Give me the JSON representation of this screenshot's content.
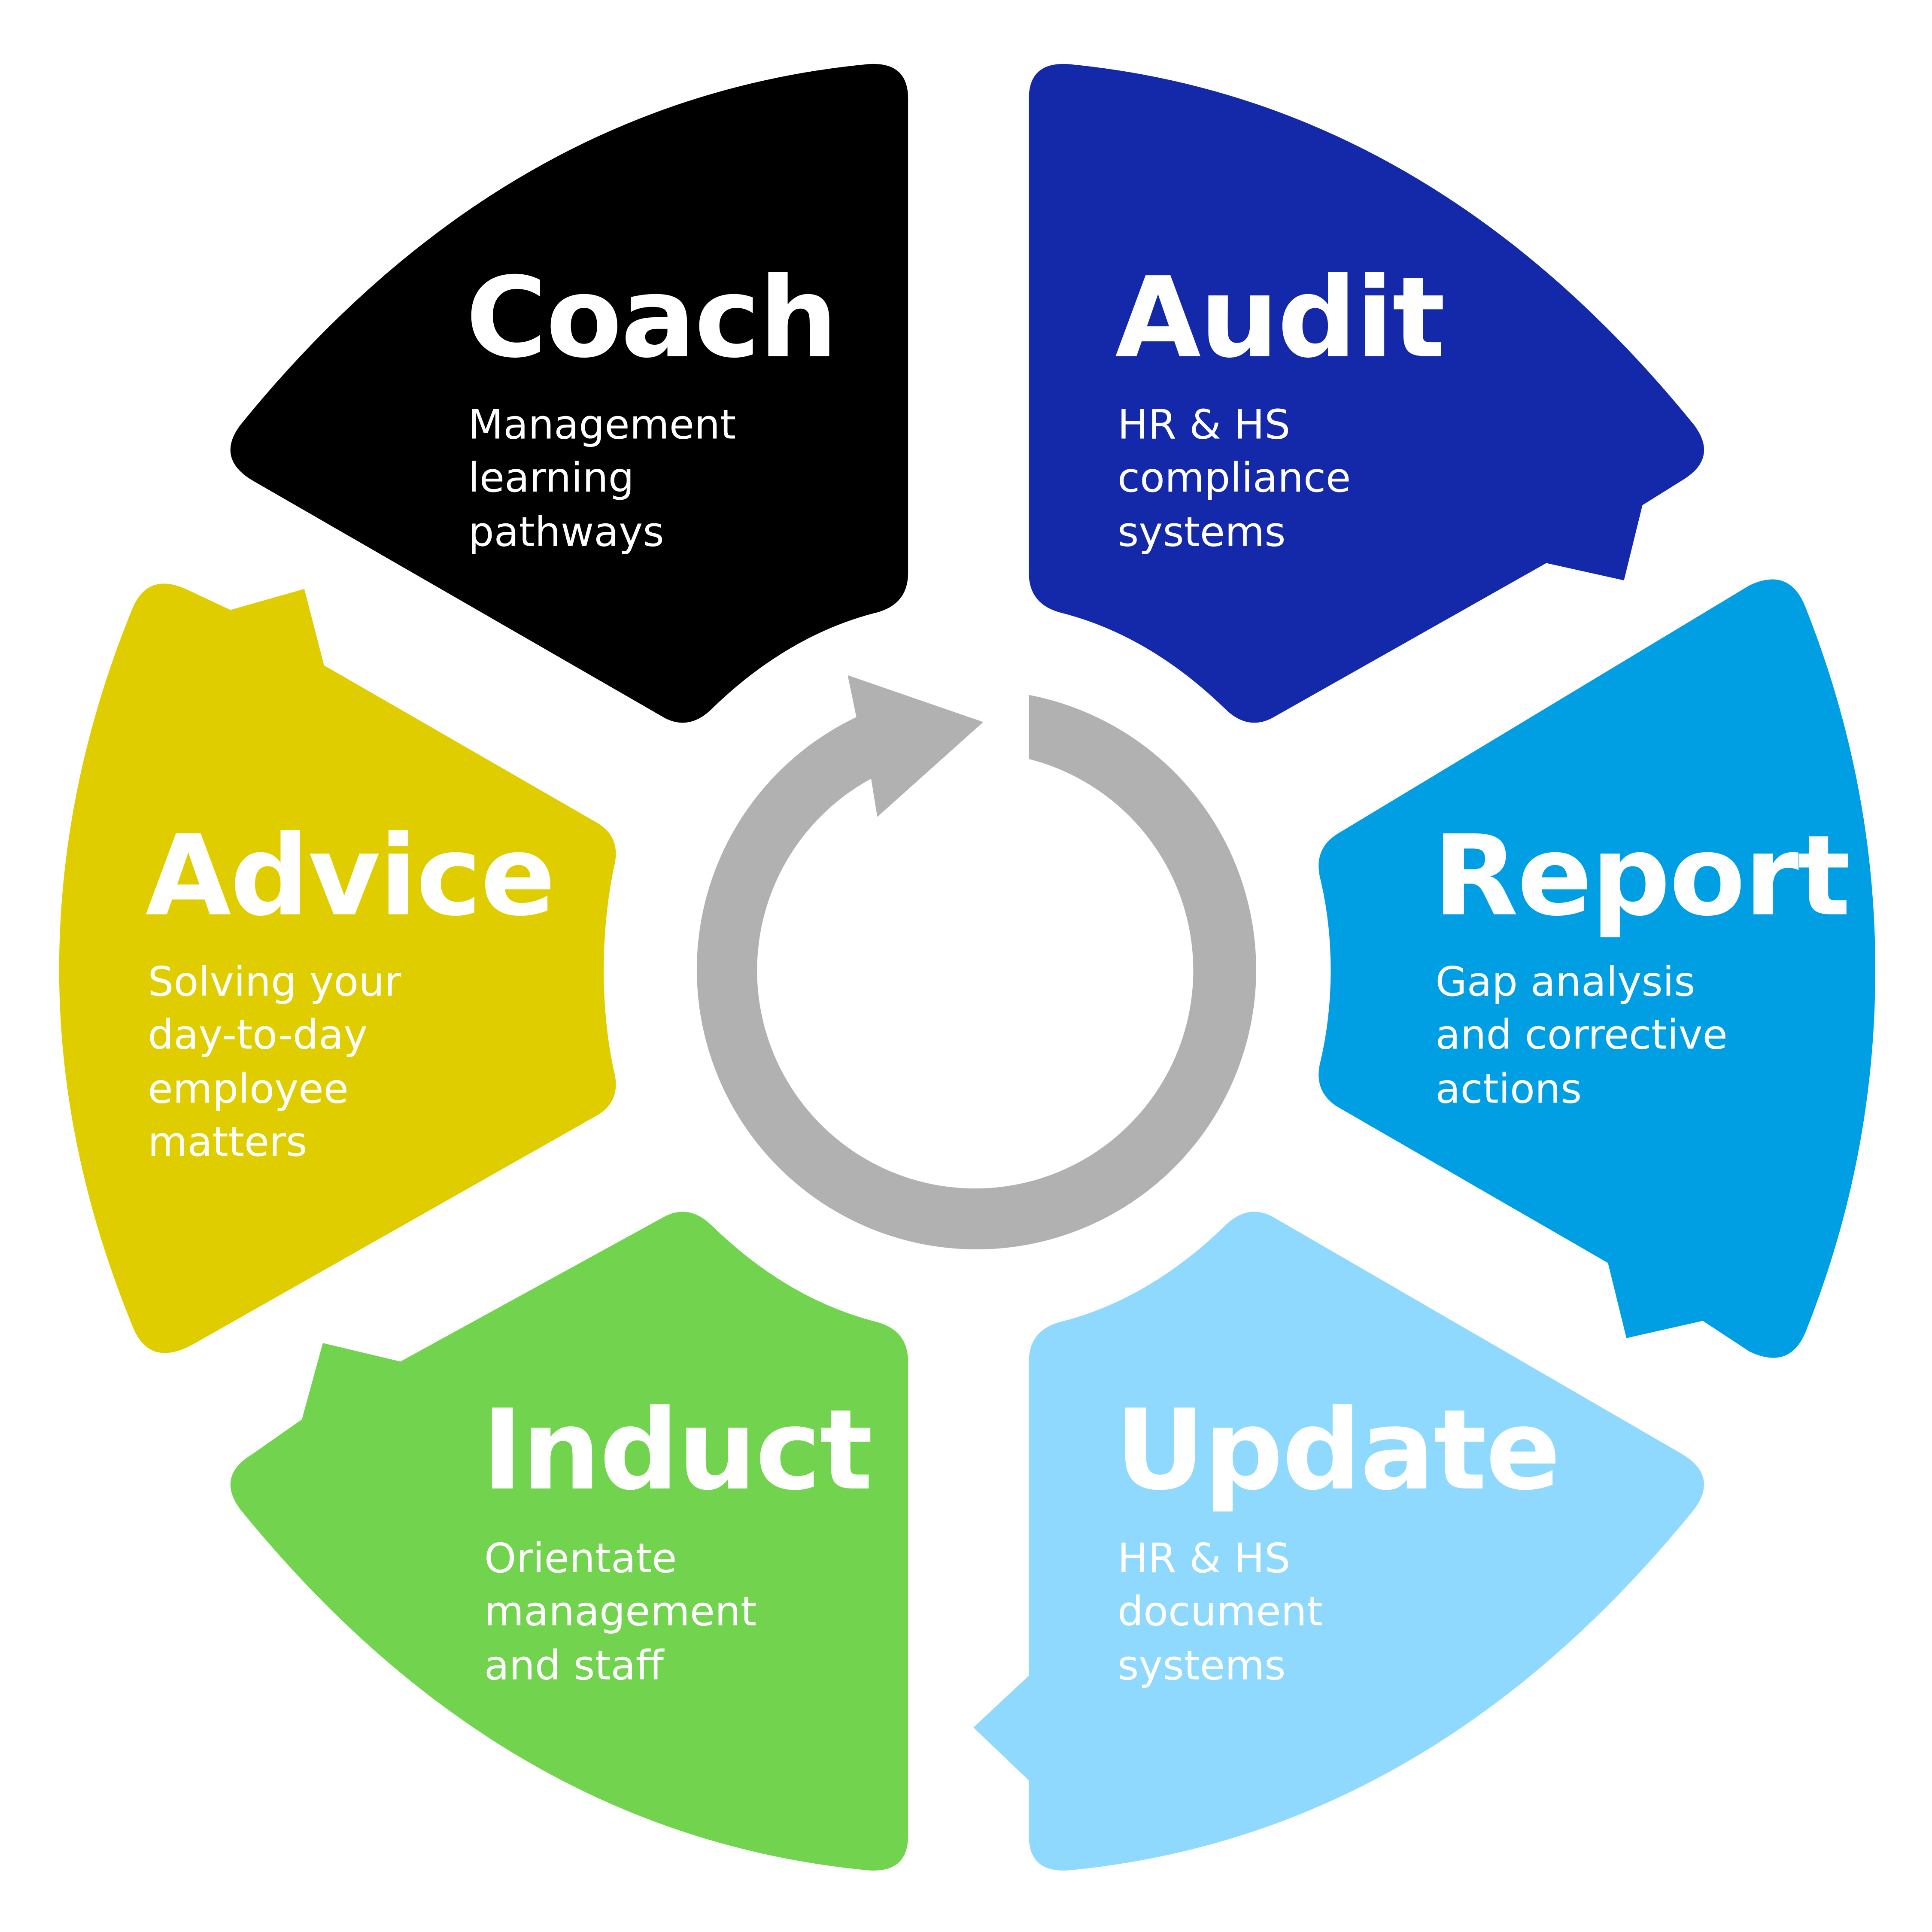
{
  "diagram": {
    "type": "cycle",
    "center_arrow": {
      "icon": "circular-arrow-icon",
      "color": "#b1b1b1",
      "direction": "clockwise"
    },
    "segments": [
      {
        "id": "coach",
        "title": "Coach",
        "color": "#000000",
        "lines": [
          "Management",
          "learning",
          "pathways"
        ]
      },
      {
        "id": "audit",
        "title": "Audit",
        "color": "#1428aa",
        "lines": [
          "HR & HS",
          "compliance",
          "systems"
        ]
      },
      {
        "id": "report",
        "title": "Report",
        "color": "#009fe3",
        "lines": [
          "Gap analysis",
          "and corrective",
          "actions"
        ]
      },
      {
        "id": "update",
        "title": "Update",
        "color": "#8fd9ff",
        "lines": [
          "HR & HS",
          "document",
          "systems"
        ]
      },
      {
        "id": "induct",
        "title": "Induct",
        "color": "#72d44e",
        "lines": [
          "Orientate",
          "management",
          "and staff"
        ]
      },
      {
        "id": "advice",
        "title": "Advice",
        "color": "#e0cd00",
        "lines": [
          "Solving your",
          "day-to-day",
          "employee",
          "matters"
        ]
      }
    ]
  }
}
